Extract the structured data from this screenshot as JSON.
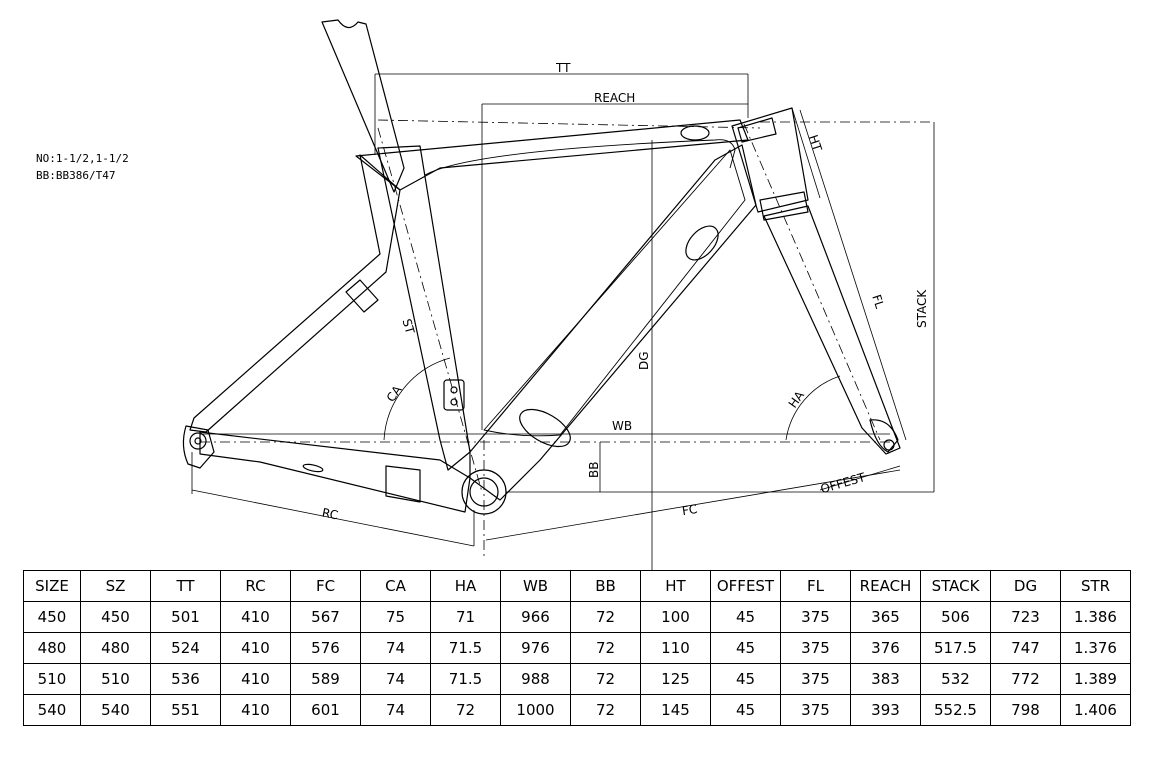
{
  "notes": {
    "headset": "NO:1-1/2,1-1/2",
    "bottom_bracket": "BB:BB386/T47"
  },
  "labels": {
    "tt": "TT",
    "reach": "REACH",
    "ht": "HT",
    "stack": "STACK",
    "fl": "FL",
    "st": "ST",
    "ca": "CA",
    "dg": "DG",
    "ha": "HA",
    "wb": "WB",
    "bb": "BB",
    "offest": "OFFEST",
    "rc": "RC",
    "fc": "FC"
  },
  "table": {
    "headers": [
      "SIZE",
      "SZ",
      "TT",
      "RC",
      "FC",
      "CA",
      "HA",
      "WB",
      "BB",
      "HT",
      "OFFEST",
      "FL",
      "REACH",
      "STACK",
      "DG",
      "STR"
    ],
    "rows": [
      [
        "450",
        "450",
        "501",
        "410",
        "567",
        "75",
        "71",
        "966",
        "72",
        "100",
        "45",
        "375",
        "365",
        "506",
        "723",
        "1.386"
      ],
      [
        "480",
        "480",
        "524",
        "410",
        "576",
        "74",
        "71.5",
        "976",
        "72",
        "110",
        "45",
        "375",
        "376",
        "517.5",
        "747",
        "1.376"
      ],
      [
        "510",
        "510",
        "536",
        "410",
        "589",
        "74",
        "71.5",
        "988",
        "72",
        "125",
        "45",
        "375",
        "383",
        "532",
        "772",
        "1.389"
      ],
      [
        "540",
        "540",
        "551",
        "410",
        "601",
        "74",
        "72",
        "1000",
        "72",
        "145",
        "45",
        "375",
        "393",
        "552.5",
        "798",
        "1.406"
      ]
    ]
  }
}
